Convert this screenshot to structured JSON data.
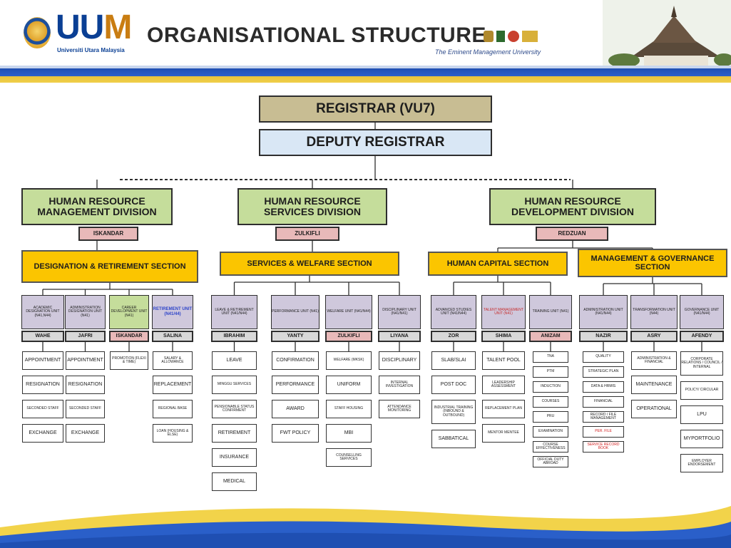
{
  "header": {
    "logo_text_main": "UU",
    "logo_text_m": "M",
    "logo_subtitle": "Universiti Utara Malaysia",
    "title": "ORGANISATIONAL STRUCTURE",
    "motto": "The Eminent Management University"
  },
  "colors": {
    "registrar": "#c8bd93",
    "deputy": "#d9e7f5",
    "division": "#c5dd9b",
    "head": "#e8b9b9",
    "section": "#fbc500",
    "unit": "#cfc8dc",
    "band_blue": "#2a5fc9",
    "band_yellow": "#f0cf4a"
  },
  "org": {
    "registrar": "REGISTRAR (VU7)",
    "deputy": "DEPUTY REGISTRAR",
    "divisions": [
      {
        "name": "HUMAN RESOURCE MANAGEMENT DIVISION",
        "head": "ISKANDAR",
        "sections": [
          {
            "name": "DESIGNATION & RETIREMENT SECTION",
            "units": [
              {
                "name": "ACADEMIC DESIGNATION UNIT (N41,N44)",
                "officer": "WAHE",
                "tasks": [
                  "APPOINTMENT",
                  "RESIGNATION",
                  "SECONDED STAFF",
                  "EXCHANGE"
                ]
              },
              {
                "name": "ADMINISTRATION DESIGNATION UNIT (N41)",
                "officer": "JAFRI",
                "tasks": [
                  "APPOINTMENT",
                  "RESIGNATION",
                  "SECONDED STAFF",
                  "EXCHANGE"
                ]
              },
              {
                "name": "CAREER DEVELOPMENT UNIT (N41)",
                "officer": "ISKANDAR",
                "tasks": [
                  "PROMOTION (FLEXI & TIME)"
                ]
              },
              {
                "name": "RETIREMENT UNIT (N41/44)",
                "officer": "SALINA",
                "tasks": [
                  "SALARY & ALLOWANCE",
                  "REPLACEMENT",
                  "REGIONAL BASE",
                  "LOAN (HOUSING & ELSE)"
                ]
              }
            ]
          }
        ]
      },
      {
        "name": "HUMAN RESOURCE SERVICES DIVISION",
        "head": "ZULKIFLI",
        "sections": [
          {
            "name": "SERVICES & WELFARE SECTION",
            "units": [
              {
                "name": "LEAVE & RETIREMENT UNIT (N41/N44)",
                "officer": "IBRAHIM",
                "tasks": [
                  "LEAVE",
                  "MINGGU SERVICES",
                  "PENSIONABLE STATUS CONFIRMENT",
                  "RETIREMENT",
                  "INSURANCE",
                  "MEDICAL"
                ]
              },
              {
                "name": "PERFORMANCE UNIT (N41)",
                "officer": "YANTY",
                "tasks": [
                  "CONFIRMATION",
                  "PERFORMANCE",
                  "AWARD",
                  "FWT POLICY"
                ]
              },
              {
                "name": "WELFARE UNIT (N41/N44)",
                "officer": "ZULKIFLI",
                "tasks": [
                  "WELFARE (MKSK)",
                  "UNIFORM",
                  "STAFF HOUSING",
                  "MBI",
                  "COUNSELLING SERVICES"
                ]
              },
              {
                "name": "DISCIPLINARY UNIT (N41/N41)",
                "officer": "LIYANA",
                "tasks": [
                  "DISCIPLINARY",
                  "INTERNAL INVESTIGATION",
                  "ATTENDANCE MONITORING"
                ]
              }
            ]
          }
        ]
      },
      {
        "name": "HUMAN RESOURCE DEVELOPMENT DIVISION",
        "head": "REDZUAN",
        "sections": [
          {
            "name": "HUMAN CAPITAL SECTION",
            "units": [
              {
                "name": "ADVANCED STUDIES UNIT (N41/N44)",
                "officer": "ZOR",
                "tasks": [
                  "SLAB/SLAI",
                  "POST DOC",
                  "INDUSTRIAL TRAINING (INBOUND & OUTBOUND)",
                  "SABBATICAL"
                ]
              },
              {
                "name": "TALENT MANAGEMENT UNIT (N41)",
                "officer": "SHIMA",
                "tasks": [
                  "TALENT POOL",
                  "LEADERSHIP ASSESSMENT",
                  "REPLACEMENT PLAN",
                  "MENTOR MENTEE"
                ]
              },
              {
                "name": "TRAINING UNIT (N41)",
                "officer": "ANIZAM",
                "tasks": [
                  "TNA",
                  "PTM",
                  "INDUCTION",
                  "COURSES",
                  "PRU",
                  "EXAMINATION",
                  "COURSE EFFECTIVENESS",
                  "OFFICIAL DUTY ABROAD"
                ]
              }
            ]
          },
          {
            "name": "MANAGEMENT & GOVERNANCE SECTION",
            "units": [
              {
                "name": "ADMINISTRATION UNIT (N41/N44)",
                "officer": "NAZIR",
                "tasks": [
                  "QUALITY",
                  "STRATEGIC PLAN",
                  "DATA & HRMIS",
                  "FINANCIAL",
                  "RECORD / FILE MANAGEMENT",
                  "PER. FILE",
                  "SERVICE RECORD BOOK"
                ]
              },
              {
                "name": "TRANSFORMATION UNIT (N44)",
                "officer": "ASRY",
                "tasks": [
                  "ADMINISTRATION & FINANCIAL",
                  "MAINTENANCE",
                  "OPERATIONAL"
                ]
              },
              {
                "name": "GOVERNANCE UNIT (N41/N44)",
                "officer": "AFENDY",
                "tasks": [
                  "CORPORATE RELATIONS / COUNCIL / INTERNAL",
                  "POLICY/ CIRCULAR",
                  "LPU",
                  "MYPORTFOLIO",
                  "EMPLOYER ENDORSEMENT"
                ]
              }
            ]
          }
        ]
      }
    ]
  }
}
